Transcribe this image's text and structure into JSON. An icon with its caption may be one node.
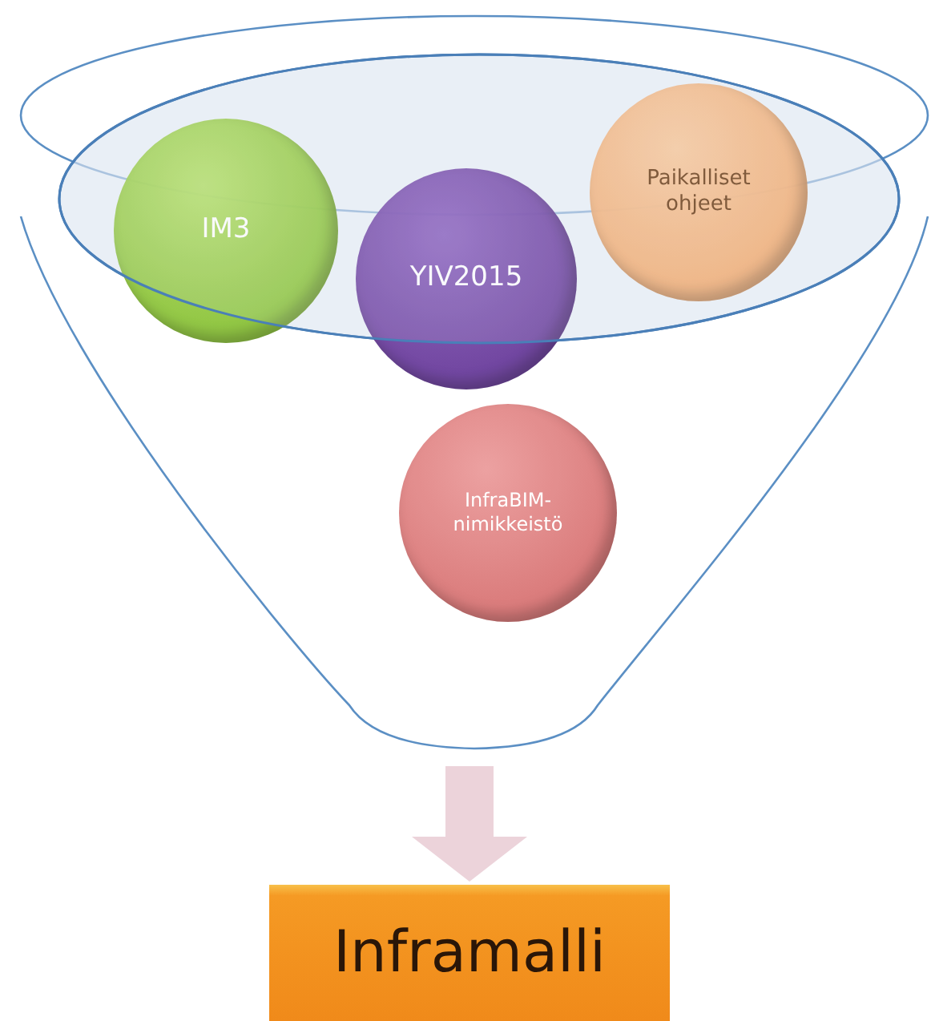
{
  "diagram": {
    "nodes": [
      {
        "text": [],
        "shape": "funnel"
      },
      {
        "text": [
          "IM3"
        ],
        "in": 0
      },
      {
        "text": [
          "YIV2015"
        ],
        "in": 0
      },
      {
        "text": [
          "Paikalliset ohjeet"
        ],
        "in": 0
      },
      {
        "text": [
          "InfraBIM-nimikkeistö"
        ],
        "in": 0
      },
      {
        "text": [
          "Inframalli"
        ]
      }
    ],
    "edges": [
      {
        "from": 0,
        "to": 5,
        "arrow": "to",
        "color": "#ecd3da"
      }
    ]
  }
}
